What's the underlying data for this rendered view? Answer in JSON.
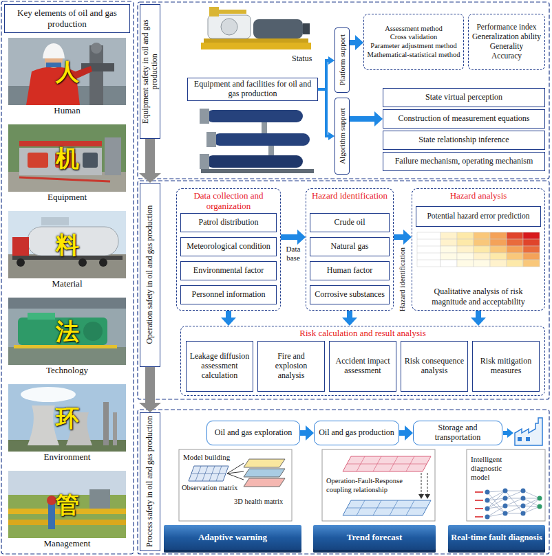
{
  "diagram": {
    "nodes": [
      {
        "text": [
          "Key elements of oil and gas production"
        ]
      },
      {
        "text": [
          "人",
          "Human"
        ]
      },
      {
        "text": [
          "机",
          "Equipment"
        ]
      },
      {
        "text": [
          "料",
          "Material"
        ]
      },
      {
        "text": [
          "法",
          "Technology"
        ]
      },
      {
        "text": [
          "环",
          "Environment"
        ]
      },
      {
        "text": [
          "管",
          "Management"
        ]
      },
      {
        "text": [
          "Equipment safety in oil and gas production"
        ]
      },
      {
        "text": [
          "Equipment and facilities for oil and gas production"
        ]
      },
      {
        "text": [
          "Platform support"
        ]
      },
      {
        "text": [
          "Algorithm support"
        ]
      },
      {
        "text": [
          "Assessment method",
          "Cross validation",
          "Parameter adjustment method",
          "Mathematical-statistical method"
        ]
      },
      {
        "text": [
          "Performance index",
          "Generalization ability",
          "Generality",
          "Accuracy"
        ]
      },
      {
        "text": [
          "State virtual perception"
        ]
      },
      {
        "text": [
          "Construction of measurement equations"
        ]
      },
      {
        "text": [
          "State relationship inference"
        ]
      },
      {
        "text": [
          "Failure mechanism, operating mechanism"
        ]
      },
      {
        "text": [
          "Operation safety in oil and gas production"
        ]
      },
      {
        "text": [
          "Data collection and organization"
        ]
      },
      {
        "text": [
          "Patrol distribution"
        ],
        "in": 18
      },
      {
        "text": [
          "Meteorological condition"
        ],
        "in": 18
      },
      {
        "text": [
          "Environmental factor"
        ],
        "in": 18
      },
      {
        "text": [
          "Personnel information"
        ],
        "in": 18
      },
      {
        "text": [
          "Hazard identification"
        ]
      },
      {
        "text": [
          "Crude oil"
        ],
        "in": 23
      },
      {
        "text": [
          "Natural gas"
        ],
        "in": 23
      },
      {
        "text": [
          "Human factor"
        ],
        "in": 23
      },
      {
        "text": [
          "Corrosive substances"
        ],
        "in": 23
      },
      {
        "text": [
          "Hazard analysis",
          "Qualitative analysis of risk magnitude and acceptability"
        ]
      },
      {
        "text": [
          "Potential hazard error prediction"
        ],
        "in": 28
      },
      {
        "text": [
          "Risk calculation and result analysis"
        ]
      },
      {
        "text": [
          "Leakage diffusion assessment calculation"
        ],
        "in": 30
      },
      {
        "text": [
          "Fire and explosion analysis"
        ],
        "in": 30
      },
      {
        "text": [
          "Accident impact assessment"
        ],
        "in": 30
      },
      {
        "text": [
          "Risk consequence analysis"
        ],
        "in": 30
      },
      {
        "text": [
          "Risk mitigation measures"
        ],
        "in": 30
      },
      {
        "text": [
          "Process safety in oil and gas production"
        ]
      },
      {
        "text": [
          "Oil and gas exploration"
        ]
      },
      {
        "text": [
          "Oil and gas production"
        ]
      },
      {
        "text": [
          "Storage and transportation"
        ]
      },
      {
        "text": [
          "Adaptive warning"
        ]
      },
      {
        "text": [
          "Trend forecast"
        ]
      },
      {
        "text": [
          "Real-time fault diagnosis"
        ]
      }
    ],
    "edges": [
      {
        "from": 8,
        "to": 9,
        "arrow": "to"
      },
      {
        "from": 8,
        "to": 10,
        "arrow": "to"
      },
      {
        "from": 9,
        "to": 11,
        "arrow": "to"
      },
      {
        "from": 10,
        "to": 14,
        "arrow": "to"
      },
      {
        "from": 7,
        "to": 17,
        "arrow": "to"
      },
      {
        "from": 18,
        "to": 23,
        "arrow": "to"
      },
      {
        "from": 23,
        "to": 28,
        "arrow": "to"
      },
      {
        "from": 18,
        "to": 30,
        "arrow": "to"
      },
      {
        "from": 23,
        "to": 30,
        "arrow": "to"
      },
      {
        "from": 28,
        "to": 30,
        "arrow": "to"
      },
      {
        "from": 17,
        "to": 36,
        "arrow": "to"
      },
      {
        "from": 37,
        "to": 38,
        "arrow": "to"
      },
      {
        "from": 38,
        "to": 39,
        "arrow": "to"
      }
    ],
    "labels": [
      "Status",
      "Data base",
      "Hazard identification",
      "Model building",
      "Observation matrix",
      "3D health matrix",
      "Operation-Fault-Response coupling relationship",
      "Intelligent diagnostic model"
    ]
  }
}
